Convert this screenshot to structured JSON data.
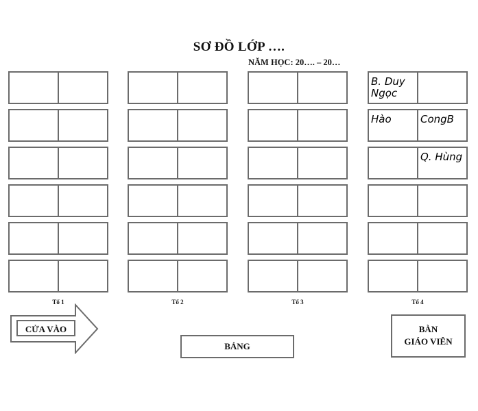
{
  "header": {
    "title": "SƠ ĐỒ LỚP ….",
    "school_year": "NĂM HỌC: 20…. – 20…"
  },
  "groups": [
    {
      "label": "Tổ 1",
      "rows": [
        [
          "",
          ""
        ],
        [
          "",
          ""
        ],
        [
          "",
          ""
        ],
        [
          "",
          ""
        ],
        [
          "",
          ""
        ],
        [
          "",
          ""
        ]
      ]
    },
    {
      "label": "Tổ 2",
      "rows": [
        [
          "",
          ""
        ],
        [
          "",
          ""
        ],
        [
          "",
          ""
        ],
        [
          "",
          ""
        ],
        [
          "",
          ""
        ],
        [
          "",
          ""
        ]
      ]
    },
    {
      "label": "Tổ 3",
      "rows": [
        [
          "",
          ""
        ],
        [
          "",
          ""
        ],
        [
          "",
          ""
        ],
        [
          "",
          ""
        ],
        [
          "",
          ""
        ],
        [
          "",
          ""
        ]
      ]
    },
    {
      "label": "Tổ 4",
      "rows": [
        [
          "B. Duy\nNgọc",
          ""
        ],
        [
          "Hào",
          "CongB"
        ],
        [
          "",
          "Q. Hùng"
        ],
        [
          "",
          ""
        ],
        [
          "",
          ""
        ],
        [
          "",
          ""
        ]
      ]
    }
  ],
  "door": {
    "label": "CỬA VÀO"
  },
  "board": {
    "label": "BẢNG"
  },
  "teacher_desk": {
    "line1": "BÀN",
    "line2": "GIÁO VIÊN"
  }
}
